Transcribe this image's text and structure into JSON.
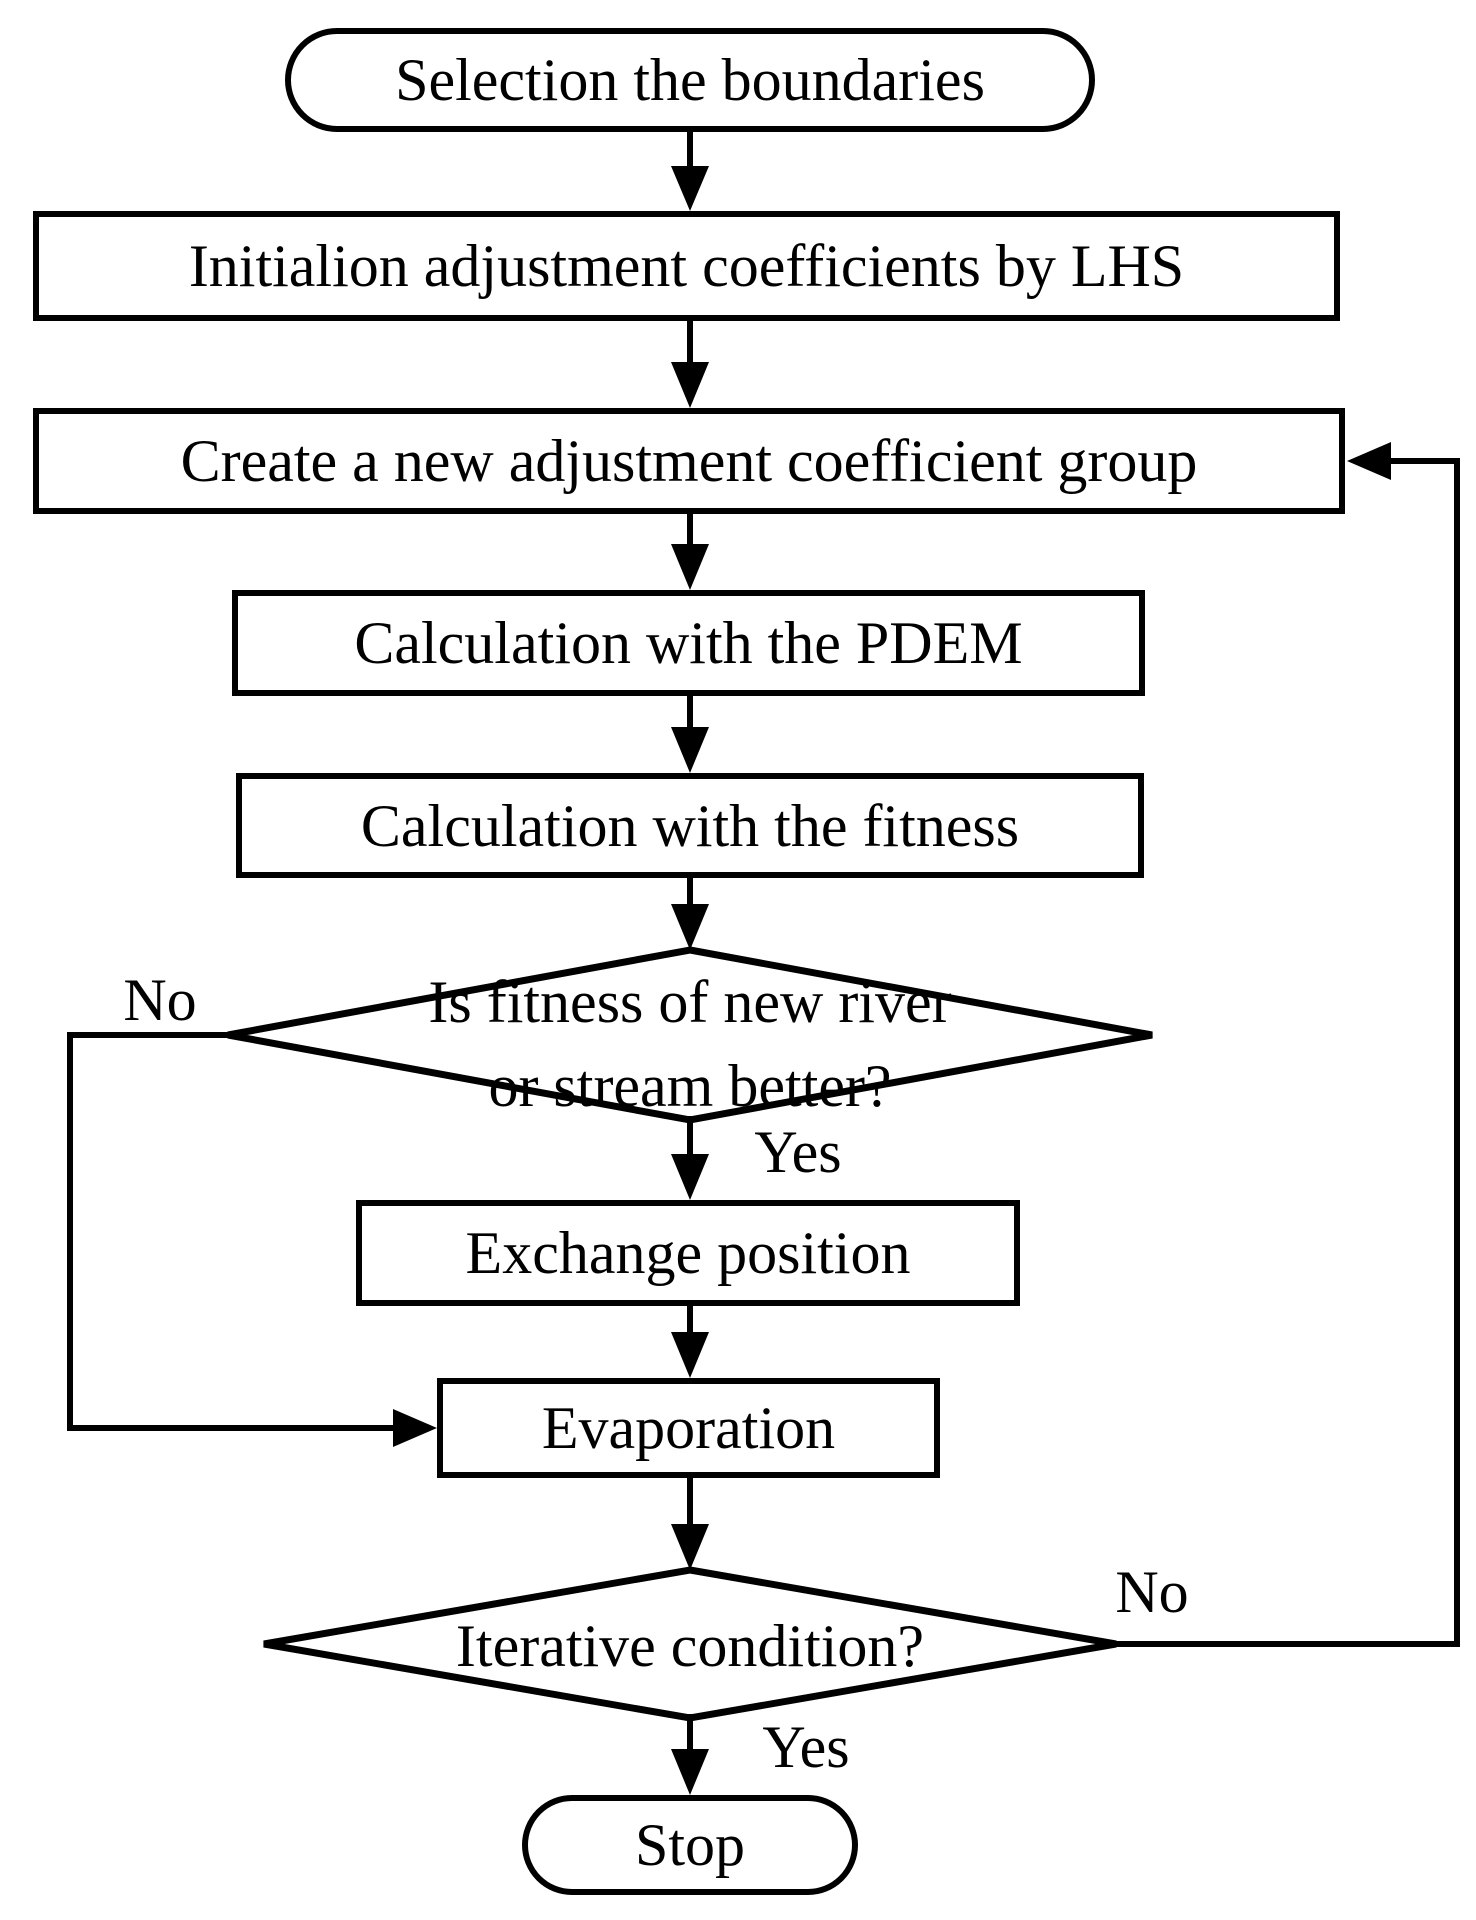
{
  "nodes": {
    "start": {
      "type": "terminator",
      "label": "Selection the boundaries"
    },
    "init": {
      "type": "process",
      "label": "Initialion adjustment coefficients by LHS"
    },
    "create": {
      "type": "process",
      "label": "Create a new adjustment coefficient group"
    },
    "pdem": {
      "type": "process",
      "label": "Calculation with the PDEM"
    },
    "fitness": {
      "type": "process",
      "label": "Calculation with the fitness"
    },
    "decision_fitness": {
      "type": "decision",
      "label_line1": "Is fitness of new river",
      "label_line2": "or stream better?"
    },
    "exchange": {
      "type": "process",
      "label": "Exchange position"
    },
    "evaporation": {
      "type": "process",
      "label": "Evaporation"
    },
    "decision_iterative": {
      "type": "decision",
      "label": "Iterative condition?"
    },
    "stop": {
      "type": "terminator",
      "label": "Stop"
    }
  },
  "edge_labels": {
    "fitness_no": "No",
    "fitness_yes": "Yes",
    "iterative_no": "No",
    "iterative_yes": "Yes"
  },
  "colors": {
    "stroke": "#000000",
    "background": "#ffffff"
  }
}
